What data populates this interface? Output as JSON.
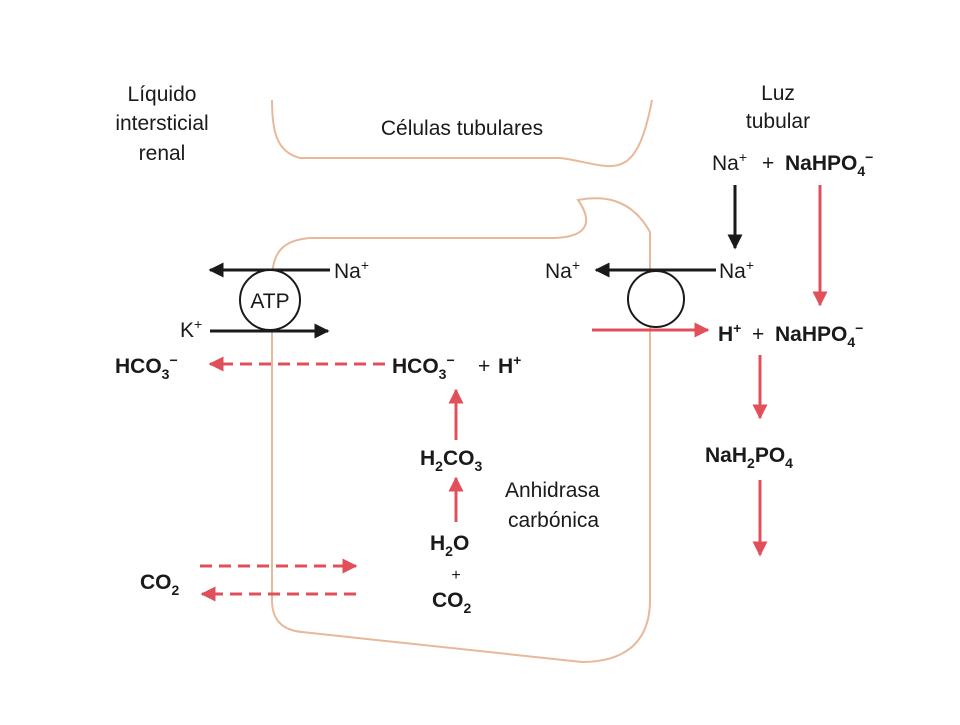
{
  "colors": {
    "membrane": "#e8b89a",
    "red_arrow": "#e0505a",
    "black_arrow": "#1a1a1a"
  },
  "regions": {
    "interstitial": [
      "Líquido",
      "intersticial",
      "renal"
    ],
    "cells": "Células tubulares",
    "lumen": [
      "Luz",
      "tubular"
    ]
  },
  "lumen_top": {
    "na": "Na",
    "plus": "+",
    "nahpo4_formula": "NaHPO",
    "sub4": "4",
    "minus": "−"
  },
  "pump": {
    "label": "ATP",
    "na_out": "Na",
    "na_sup": "+",
    "k_in": "K",
    "k_sup": "+"
  },
  "antiporter": {
    "na_cell": "Na",
    "na_lumen": "Na",
    "sup": "+"
  },
  "lumen_mid": {
    "h": "H",
    "sup": "+",
    "plus_sign": "+",
    "nahpo4": "NaHPO",
    "sub4": "4",
    "minus": "−"
  },
  "cell_species": {
    "hco3_left": "HCO",
    "sub3": "3",
    "minus": "−",
    "hco3_cell": "HCO",
    "plus_sign": "+",
    "h": "H",
    "h_sup": "+",
    "h2co3_a": "H",
    "h2co3_sub2": "2",
    "h2co3_b": "CO",
    "h2co3_sub3": "3",
    "enzyme": [
      "Anhidrasa",
      "carbónica"
    ],
    "h2o_a": "H",
    "h2o_sub": "2",
    "h2o_b": "O",
    "plus_small": "+",
    "co2_cell": "CO",
    "co2_sub": "2"
  },
  "left_co2": {
    "co2": "CO",
    "sub": "2"
  },
  "product": {
    "a": "NaH",
    "sub2": "2",
    "b": "PO",
    "sub4": "4"
  }
}
